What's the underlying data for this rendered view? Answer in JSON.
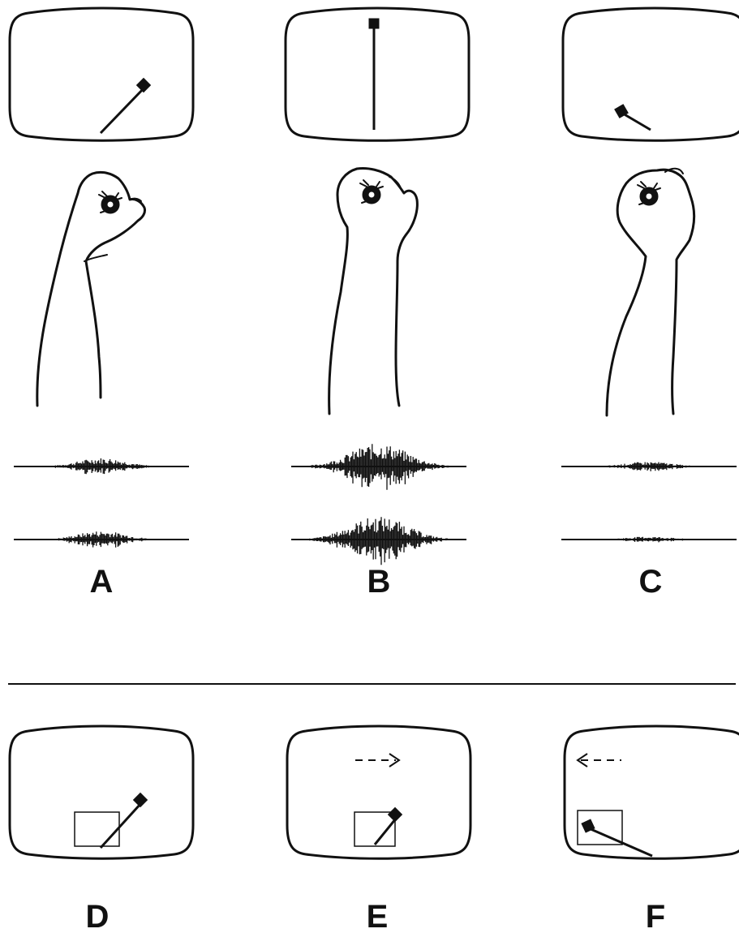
{
  "figure": {
    "colors": {
      "ink": "#111111",
      "background": "#ffffff"
    },
    "top_panels": [
      {
        "label": "A",
        "cursor": "tilted-right",
        "emg_upper": "medium",
        "emg_lower": "medium"
      },
      {
        "label": "B",
        "cursor": "vertical",
        "emg_upper": "large",
        "emg_lower": "large"
      },
      {
        "label": "C",
        "cursor": "tilted-left-short",
        "emg_upper": "small",
        "emg_lower": "very-small"
      }
    ],
    "bottom_panels": [
      {
        "label": "D",
        "cursor": "tilted-right",
        "target_box": true,
        "arrow": "none"
      },
      {
        "label": "E",
        "cursor": "tilted-right-short",
        "target_box": true,
        "arrow": "right"
      },
      {
        "label": "F",
        "cursor": "tilted-left",
        "target_box": true,
        "arrow": "left"
      }
    ],
    "icons": [
      "monitor-screen-icon",
      "fist-forearm-icon",
      "emg-trace-icon",
      "dashed-arrow-icon"
    ]
  }
}
